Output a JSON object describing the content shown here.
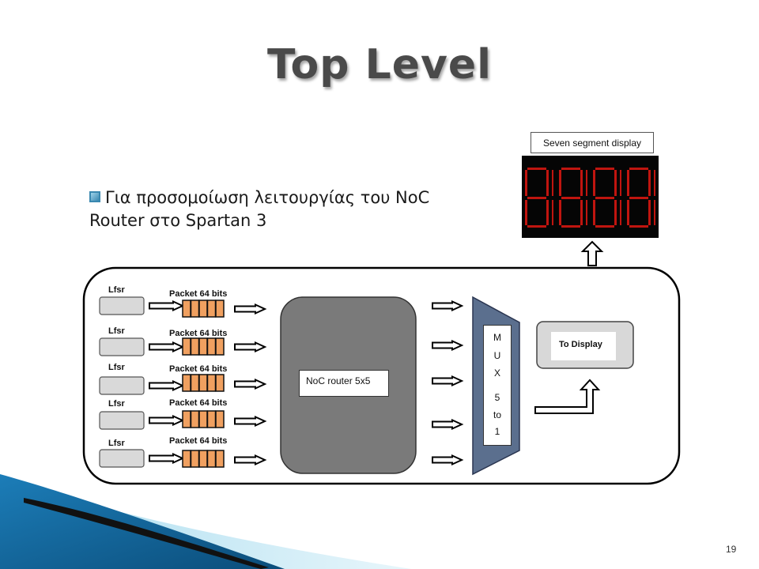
{
  "slide": {
    "title": "Top Level",
    "bullet_line1": "Για προσομοίωση λειτουργίας του NoC",
    "bullet_line2": "Router στο Spartan 3",
    "page_number": "19"
  },
  "diagram": {
    "display_label": "Seven segment display",
    "lfsr_label": "Lfsr",
    "packet_label": "Packet 64 bits",
    "router_label": "NoC router 5x5",
    "mux_letters": [
      "M",
      "U",
      "X",
      "5",
      "to",
      "1"
    ],
    "to_display_label": "To Display",
    "segment_color": "#c0150f",
    "display_bg": "#050505"
  }
}
